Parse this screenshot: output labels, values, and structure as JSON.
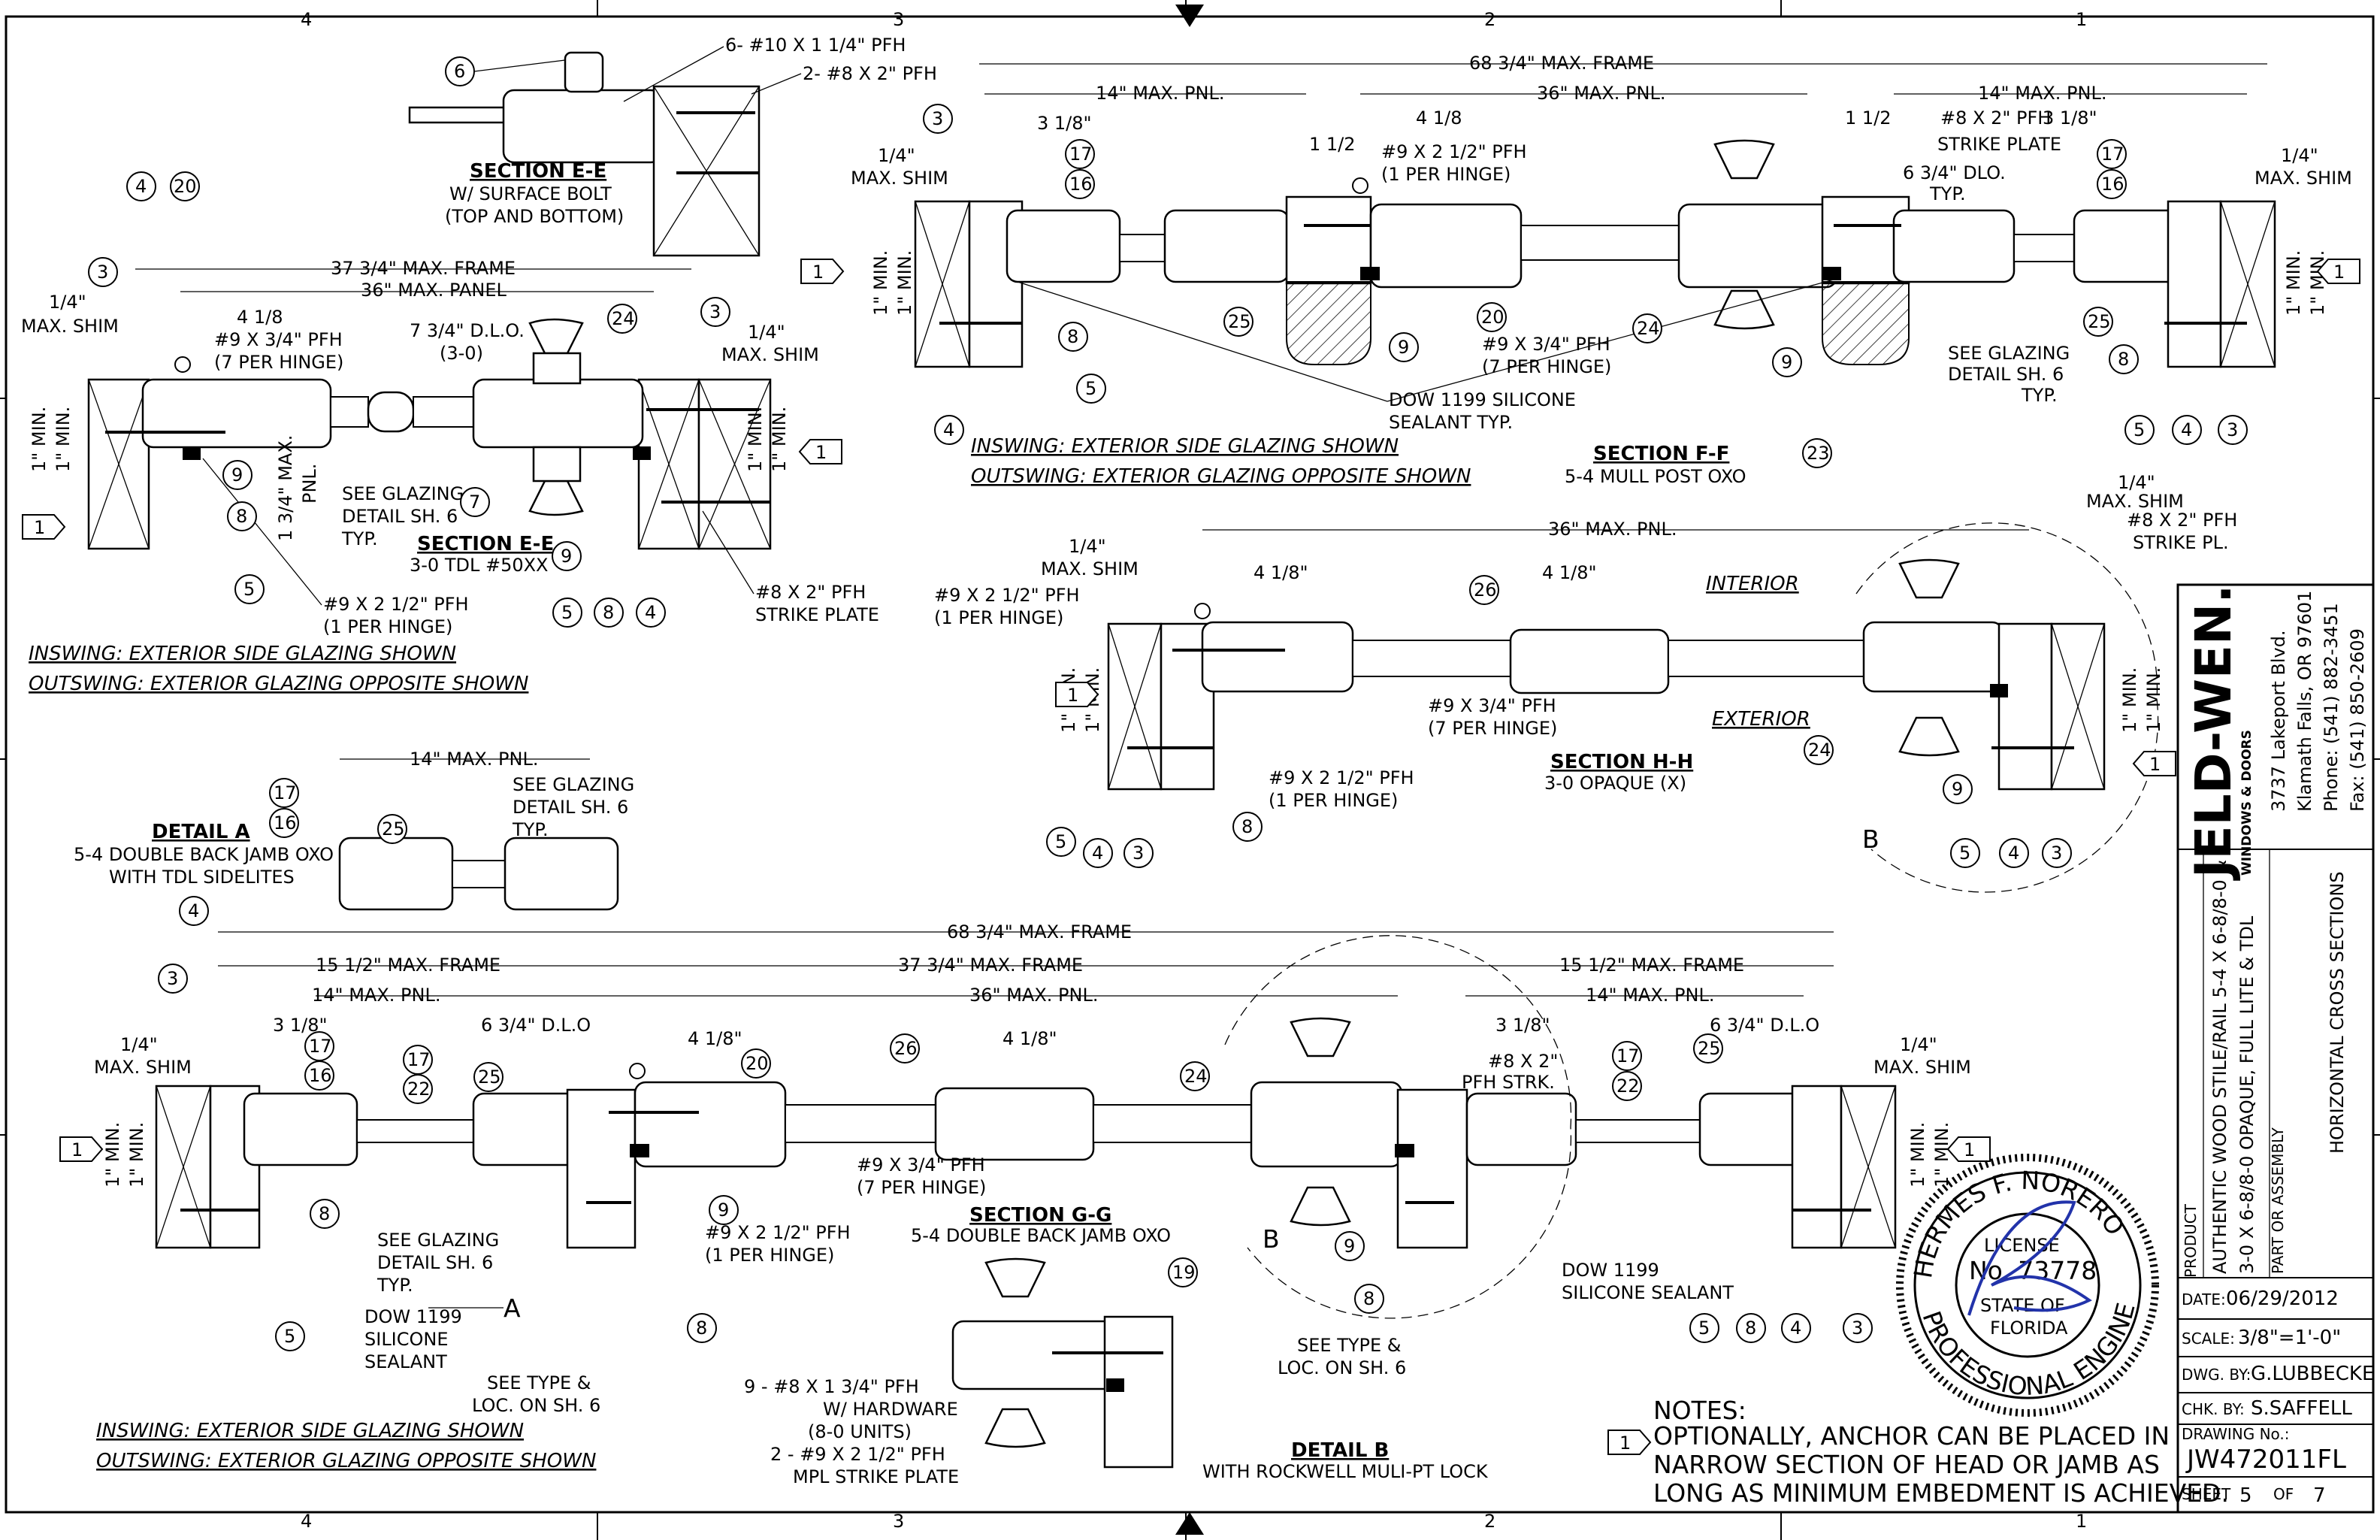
{
  "sheet": {
    "zones_top": [
      "4",
      "3",
      "2",
      "1"
    ],
    "zones_bottom": [
      "4",
      "3",
      "2",
      "1"
    ]
  },
  "sections": {
    "ee_top": {
      "title": "SECTION E-E",
      "sub1": "W/ SURFACE BOLT",
      "sub2": "(TOP AND BOTTOM)",
      "c6": "6",
      "screw1": "6- #10 X 1 1/4\" PFH",
      "screw2": "2- #8 X 2\" PFH",
      "c3": "3"
    },
    "ee": {
      "title": "SECTION E-E",
      "sub": "3-0  TDL #50XX",
      "frame": "37 3/4\" MAX. FRAME",
      "panel": "36\" MAX. PANEL",
      "shim_l1": "1/4\"",
      "shim_l2": "MAX. SHIM",
      "shim_r1": "1/4\"",
      "shim_r2": "MAX. SHIM",
      "d418": "4 1/8",
      "dlo1": "7 3/4\" D.L.O.",
      "dlo2": "(3-0)",
      "hinge1": "#9 X 3/4\" PFH",
      "hinge2": "(7 PER HINGE)",
      "min": "1\" MIN.",
      "pnl1": "1 3/4\" MAX.",
      "pnl2": "PNL.",
      "glz1": "SEE GLAZING",
      "glz2": "DETAIL SH. 6",
      "glz3": "TYP.",
      "ph1": "#9 X 2 1/2\" PFH",
      "ph2": "(1 PER HINGE)",
      "strike1": "#8 X 2\" PFH",
      "strike2": "STRIKE PLATE",
      "note1": "INSWING:  EXTERIOR  SIDE  GLAZING  SHOWN",
      "note2": "OUTSWING:  EXTERIOR  GLAZING  OPPOSITE  SHOWN",
      "callouts": [
        "4",
        "20",
        "3",
        "24",
        "9",
        "8",
        "5",
        "7",
        "9",
        "5",
        "8",
        "4",
        "1",
        "1"
      ]
    },
    "ff": {
      "title": "SECTION F-F",
      "sub": "5-4  MULL POST OXO",
      "frame": "68 3/4\" MAX. FRAME",
      "pnl14l": "14\" MAX. PNL.",
      "pnl36": "36\" MAX. PNL.",
      "pnl14r": "14\" MAX. PNL.",
      "d318l": "3 1/8\"",
      "d418": "4 1/8",
      "d112l": "1 1/2",
      "d112r": "1 1/2",
      "d318r": "3 1/8\"",
      "shim_l1": "1/4\"",
      "shim_l2": "MAX. SHIM",
      "shim_r1": "1/4\"",
      "shim_r2": "MAX. SHIM",
      "ph1": "#9 X 2 1/2\" PFH",
      "ph2": "(1 PER HINGE)",
      "pfh8": "#8 X 2\" PFH",
      "strike": "STRIKE PLATE",
      "dlo1": "6 3/4\" DLO.",
      "dlo2": "TYP.",
      "hinge1": "#9 X 3/4\" PFH",
      "hinge2": "(7 PER HINGE)",
      "dow1": "DOW 1199 SILICONE",
      "dow2": "SEALANT TYP.",
      "glz1": "SEE GLAZING",
      "glz2": "DETAIL SH. 6",
      "glz3": "TYP.",
      "min": "1\" MIN.",
      "note1": "INSWING:  EXTERIOR  SIDE  GLAZING  SHOWN",
      "note2": "OUTSWING:  EXTERIOR  GLAZING  OPPOSITE  SHOWN",
      "callouts": [
        "3",
        "17",
        "16",
        "8",
        "5",
        "4",
        "25",
        "9",
        "20",
        "24",
        "9",
        "23",
        "17",
        "16",
        "25",
        "8",
        "5",
        "4",
        "3",
        "1",
        "1"
      ]
    },
    "hh": {
      "title": "SECTION H-H",
      "sub": "3-0  OPAQUE (X)",
      "pnl36": "36\" MAX. PNL.",
      "d418a": "4 1/8\"",
      "d418b": "4 1/8\"",
      "shim_l1": "1/4\"",
      "shim_l2": "MAX. SHIM",
      "shim_r1": "1/4\"",
      "shim_r2": "MAX. SHIM",
      "ph1": "#9 X 2 1/2\" PFH",
      "ph2": "(1 PER HINGE)",
      "pfh8": "#8 X 2\" PFH",
      "strike": "STRIKE PL.",
      "interior": "INTERIOR",
      "exterior": "EXTERIOR",
      "hinge1": "#9 X 3/4\" PFH",
      "hinge2": "(7 PER HINGE)",
      "ph3": "#9 X 2 1/2\" PFH",
      "ph4": "(1 PER HINGE)",
      "min": "1\" MIN.",
      "b": "B",
      "callouts": [
        "26",
        "24",
        "9",
        "5",
        "4",
        "3",
        "5",
        "4",
        "3",
        "8",
        "1",
        "1"
      ]
    },
    "da": {
      "title": "DETAIL A",
      "sub1": "5-4  DOUBLE BACK JAMB OXO",
      "sub2": "WITH TDL SIDELITES",
      "pnl14": "14\" MAX. PNL.",
      "glz1": "SEE GLAZING",
      "glz2": "DETAIL SH. 6",
      "glz3": "TYP.",
      "callouts": [
        "17",
        "16",
        "25"
      ]
    },
    "gg": {
      "title": "SECTION G-G",
      "sub": "5-4  DOUBLE BACK JAMB OXO",
      "frame": "68 3/4\" MAX. FRAME",
      "f1512l": "15 1/2\" MAX. FRAME",
      "f3734": "37 3/4\" MAX. FRAME",
      "f1512r": "15 1/2\" MAX. FRAME",
      "pnl14l": "14\" MAX. PNL.",
      "pnl36": "36\" MAX. PNL.",
      "pnl14r": "14\" MAX. PNL.",
      "d318l": "3 1/8\"",
      "dlo_l": "6 3/4\" D.L.O",
      "d418a": "4 1/8\"",
      "d418b": "4 1/8\"",
      "d318r": "3 1/8\"",
      "dlo_r": "6 3/4\" D.L.O",
      "shim_l1": "1/4\"",
      "shim_l2": "MAX. SHIM",
      "shim_r1": "1/4\"",
      "shim_r2": "MAX. SHIM",
      "hinge1": "#9 X 3/4\" PFH",
      "hinge2": "(7 PER HINGE)",
      "ph1": "#9 X 2 1/2\" PFH",
      "ph2": "(1 PER HINGE)",
      "strk1": "#8 X 2\"",
      "strk2": "PFH STRK.",
      "glz1": "SEE GLAZING",
      "glz2": "DETAIL SH. 6",
      "glz3": "TYP.",
      "dow1": "DOW 1199",
      "dow2": "SILICONE",
      "dow3": "SEALANT",
      "dowr1": "DOW 1199",
      "dowr2": "SILICONE SEALANT",
      "type1": "SEE TYPE &",
      "type2": "LOC. ON SH. 6",
      "typer1": "SEE TYPE &",
      "typer2": "LOC. ON SH. 6",
      "min": "1\" MIN.",
      "a": "A",
      "b": "B",
      "note1": "INSWING:  EXTERIOR  SIDE  GLAZING  SHOWN",
      "note2": "OUTSWING:  EXTERIOR  GLAZING  OPPOSITE  SHOWN",
      "callouts": [
        "4",
        "3",
        "17",
        "16",
        "17",
        "22",
        "25",
        "20",
        "26",
        "24",
        "9",
        "8",
        "5",
        "8",
        "9",
        "8",
        "17",
        "22",
        "25",
        "5",
        "8",
        "4",
        "3",
        "1",
        "1"
      ]
    },
    "db": {
      "title": "DETAIL B",
      "sub": "WITH ROCKWELL MULI-PT LOCK",
      "s1": "9 - #8 X 1 3/4\" PFH",
      "s2": "W/ HARDWARE",
      "s3": "(8-0 UNITS)",
      "s4": "2 - #9 X 2 1/2\" PFH",
      "s5": "MPL STRIKE PLATE",
      "c19": "19"
    }
  },
  "notes": {
    "header": "NOTES:",
    "marker": "1",
    "line1": "OPTIONALLY, ANCHOR CAN BE PLACED IN",
    "line2": "NARROW SECTION OF HEAD OR JAMB AS",
    "line3": "LONG AS MINIMUM EMBEDMENT IS ACHIEVED."
  },
  "seal": {
    "top": "HERMES F. NORERO",
    "license": "LICENSE",
    "no": "No. 73778",
    "state": "STATE OF",
    "fl": "FLORIDA",
    "bottom": "PROFESSIONAL ENGINEER"
  },
  "title_block": {
    "brand": "JELD-WEN.",
    "tagline": "WINDOWS & DOORS",
    "addr1": "3737 Lakeport Blvd.",
    "addr2": "Klamath Falls, OR 97601",
    "phone": "Phone: (541) 882-3451",
    "fax": "Fax: (541) 850-2609",
    "product_label": "PRODUCT",
    "product1": "AUTHENTIC WOOD STILE/RAIL 5-4 X 6-8/8-0 &",
    "product2": "3-0 X 6-8/8-0 OPAQUE, FULL LITE & TDL",
    "part_label": "PART OR ASSEMBLY",
    "part": "HORIZONTAL CROSS SECTIONS",
    "date_label": "DATE:",
    "date": "06/29/2012",
    "scale_label": "SCALE:",
    "scale": "3/8\"=1'-0\"",
    "dwg_label": "DWG. BY:",
    "dwg": "G.LUBBECKE",
    "chk_label": "CHK. BY:",
    "chk": "S.SAFFELL",
    "drawing_label": "DRAWING No.:",
    "drawing": "JW472011FL",
    "sheet_label": "SHEET",
    "sheet": "5",
    "of_label": "OF",
    "of": "7"
  }
}
